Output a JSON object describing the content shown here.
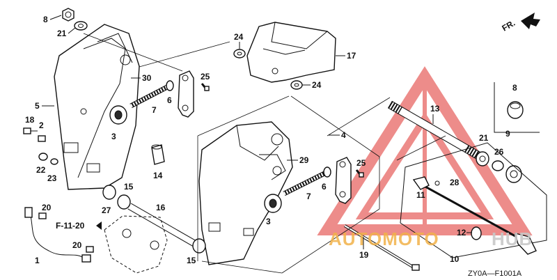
{
  "diagram": {
    "direction_label": "FR.",
    "figure_code": "ZY0A—F1001A",
    "cross_reference": "F-11-20",
    "part_labels": [
      "8",
      "21",
      "5",
      "30",
      "25",
      "24",
      "17",
      "24",
      "6",
      "7",
      "3",
      "18",
      "2",
      "22",
      "23",
      "14",
      "4",
      "29",
      "13",
      "21",
      "9",
      "26",
      "8",
      "25",
      "6",
      "7",
      "3",
      "15",
      "16",
      "20",
      "27",
      "20",
      "1",
      "15",
      "19",
      "11",
      "28",
      "12",
      "10"
    ]
  },
  "watermark": {
    "text_part1": "AUTOMOTO",
    "text_part2": "HUB",
    "color_part1": "#f2b24a",
    "color_part2": "#c8c8c8",
    "triangle_color": "#e0302b"
  }
}
